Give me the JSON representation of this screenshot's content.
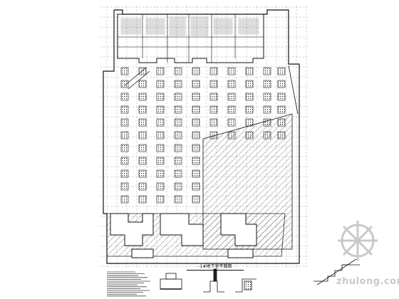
{
  "drawing": {
    "plan_title": "-1#地下室平面图",
    "legend_note_count": 14
  },
  "watermark": {
    "text": "zhulong.com",
    "color": "#c9c9c9"
  },
  "colors": {
    "line": "#111111",
    "grid": "#333333"
  }
}
